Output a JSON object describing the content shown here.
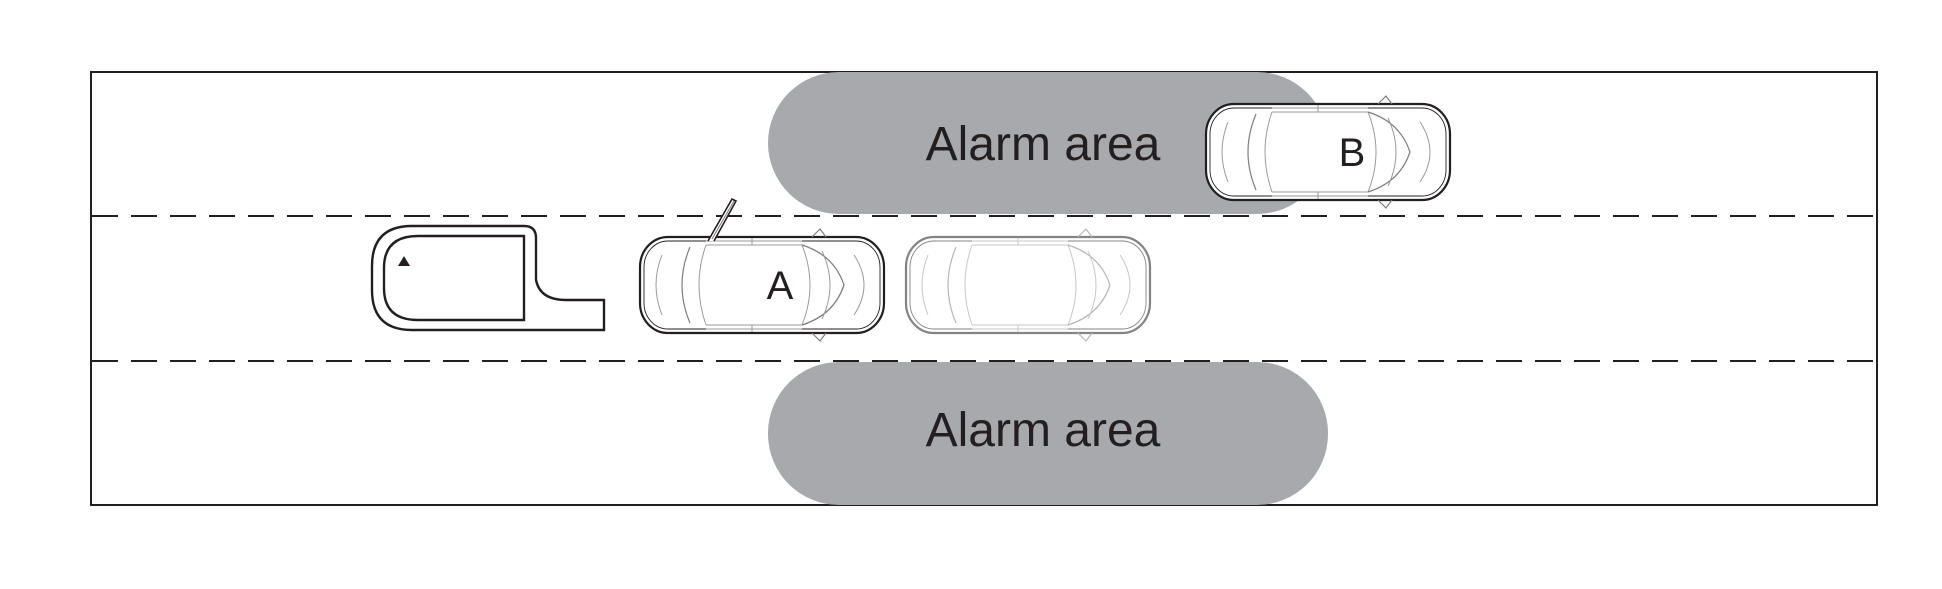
{
  "diagram": {
    "alarm_areas": [
      {
        "label": "Alarm area"
      },
      {
        "label": "Alarm area"
      }
    ],
    "cars": [
      {
        "label": "A"
      },
      {
        "label": "B"
      }
    ],
    "colors": {
      "alarm_fill": "#a7a9ac",
      "line": "#231f20",
      "car_body": "#ffffff",
      "car_ghost": "#9a9a9a",
      "road_line": "#231f20"
    },
    "icons": {
      "obstacle": "wall-corner-icon",
      "car": "car-top-view-icon",
      "door": "open-door-icon"
    }
  }
}
